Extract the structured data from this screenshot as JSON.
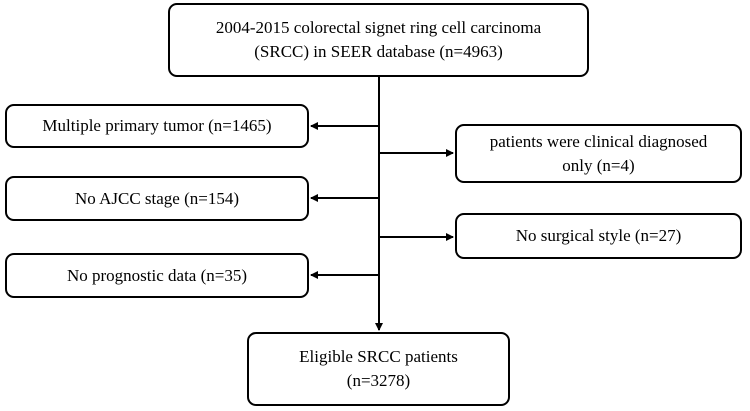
{
  "diagram": {
    "start": {
      "line1": "2004-2015 colorectal signet ring cell carcinoma",
      "line2": "(SRCC) in SEER database (n=4963)"
    },
    "exclusions_left": [
      "Multiple primary tumor (n=1465)",
      "No AJCC stage (n=154)",
      "No prognostic data (n=35)"
    ],
    "exclusions_right": [
      {
        "line1": "patients were clinical diagnosed",
        "line2": "only (n=4)"
      },
      {
        "line1": "No surgical style (n=27)",
        "line2": ""
      }
    ],
    "result": {
      "line1": "Eligible SRCC patients",
      "line2": "(n=3278)"
    },
    "colors": {
      "stroke": "#000000",
      "fill": "#ffffff"
    }
  }
}
